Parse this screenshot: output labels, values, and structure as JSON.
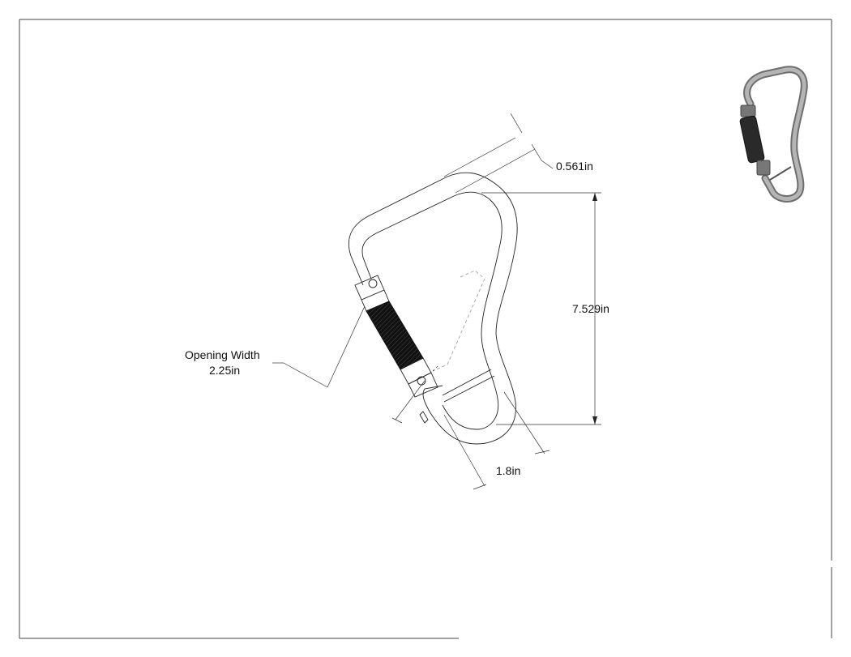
{
  "dimensions": {
    "thickness": "0.561in",
    "length": "7.529in",
    "gate_clearance": "1.8in",
    "opening_width_label": "Opening Width",
    "opening_width_value": "2.25in"
  },
  "icons": {
    "main_drawing": "carabiner-drawing-icon",
    "thumbnail": "carabiner-thumbnail-icon"
  },
  "colors": {
    "ink": "#222222",
    "sleeve": "#1a1a1a",
    "thumb_gray": "#8e8e8e"
  }
}
